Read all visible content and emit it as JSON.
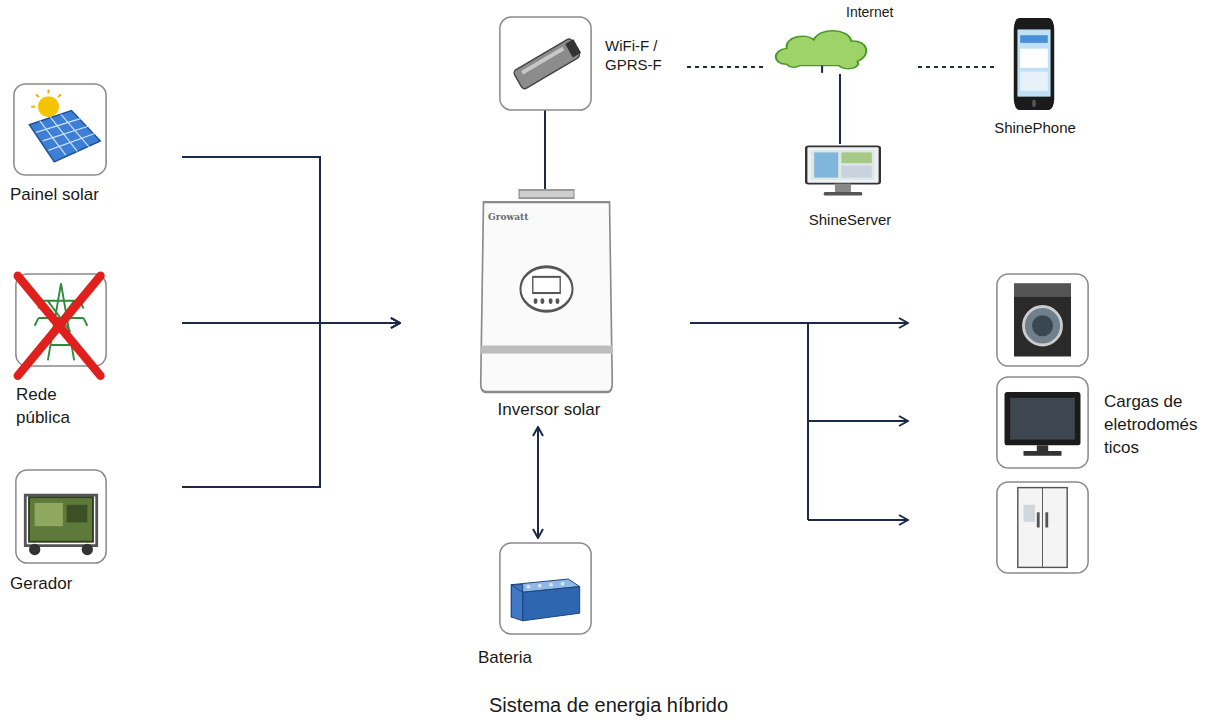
{
  "diagram": {
    "caption": "Sistema de energia híbrido",
    "nodes": [
      {
        "text": [
          "Painel solar"
        ]
      },
      {
        "text": [
          "Rede pública"
        ]
      },
      {
        "text": [
          "Gerador"
        ]
      },
      {
        "text": [
          "Inversor solar"
        ]
      },
      {
        "text": [
          "Bateria"
        ]
      },
      {
        "text": [
          "WiFi-F / GPRS-F"
        ]
      },
      {
        "text": [
          "Internet"
        ]
      },
      {
        "text": [
          "ShineServer"
        ]
      },
      {
        "text": [
          "ShinePhone"
        ]
      },
      {
        "text": [
          "Cargas de eletrodomés ticos"
        ]
      }
    ],
    "edges": [
      {
        "from": 0,
        "to": 3,
        "arrow": "to"
      },
      {
        "from": 1,
        "to": 3,
        "arrow": "to"
      },
      {
        "from": 2,
        "to": 3,
        "arrow": "to"
      },
      {
        "from": 3,
        "to": 4,
        "arrow": "both"
      },
      {
        "from": 5,
        "to": 3,
        "arrow": "none"
      },
      {
        "from": 5,
        "to": 6,
        "arrow": "none"
      },
      {
        "from": 6,
        "to": 8,
        "arrow": "none"
      },
      {
        "from": 6,
        "to": 7,
        "arrow": "none"
      },
      {
        "from": 3,
        "to": 9,
        "arrow": "to"
      }
    ],
    "labels": [
      "Growatt"
    ]
  }
}
